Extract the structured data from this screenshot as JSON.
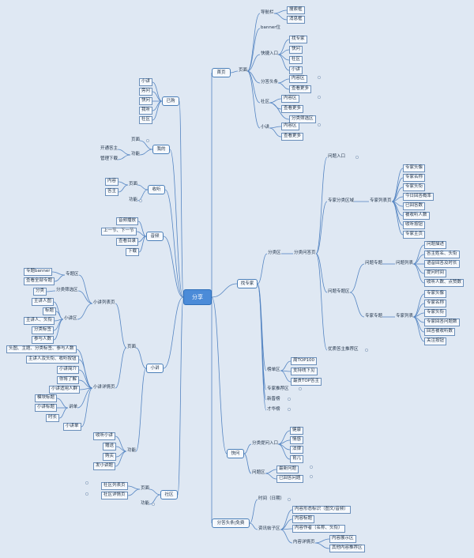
{
  "root": "分享",
  "colors": {
    "edge": "#5585c2",
    "root_fill": "#4b8bd8",
    "background": "#dfe8f3"
  },
  "branches": {
    "home": {
      "label": "首页",
      "page": "页面",
      "nav_bar": "导航栏",
      "search_box": "搜索框",
      "message_box": "消息框",
      "banner": "banner位",
      "quick_entry": "快捷入口",
      "find_expert": "找专家",
      "quick_ask": "快问",
      "community": "社区",
      "small_talk": "小讲",
      "share_headline": "分答头条",
      "content_area": "内容区",
      "see_more": "查看更多",
      "community_section": "社区",
      "community_content": "内容区",
      "community_more": "查看更多",
      "category_filter": "分类筛选区",
      "talk_section": "小讲",
      "talk_content": "内容区",
      "talk_more": "查看更多"
    },
    "purchased": {
      "label": "已购",
      "items": [
        "小讲",
        "旁问",
        "快问",
        "我听",
        "社区"
      ]
    },
    "mine": {
      "label": "我的",
      "page": "页面",
      "function": "功能",
      "become_expert": "开通答主",
      "manage_downloads": "管理下载"
    },
    "favorites": {
      "label": "收听",
      "page": "页面",
      "function": "功能",
      "content": "内容",
      "expert": "答主"
    },
    "audio": {
      "label": "音频",
      "function": "功能",
      "items": [
        "音频播放",
        "上一节、下一节",
        "查看目录",
        "下载"
      ]
    },
    "find_expert": {
      "label": "找专家",
      "share_zone": "分类区",
      "ask_page": "分类问答页",
      "ask_entry": "问题入口",
      "expert_category_zone": "专家分类区域",
      "expert_list_page": "专家列表页",
      "expert_fields": [
        "专家头像",
        "专家名称",
        "专家头衔",
        "今日回答概率",
        "已回答数",
        "被收听人数",
        "收听按钮",
        "专家主页"
      ],
      "question_topic_zone": "问题专题区",
      "question_topic": "问题专题",
      "question_list": "问题列表",
      "question_fields": [
        "问题描述",
        "答主姓名、头衔",
        "语音回答及时长",
        "提问时间",
        "收听人数、点赞数"
      ],
      "expert_topic": "专家专题",
      "expert_list": "专家列表",
      "expert_topic_fields": [
        "专家头像",
        "专家名称",
        "专家头衔",
        "专家回答问题数",
        "回答被收听数",
        "关注按钮"
      ],
      "featured_zone": "优质答主推荐区",
      "rank_zone": "榜单区",
      "rank_items": [
        "周TOP100",
        "支持线下见",
        "最贵TOP答主"
      ],
      "expert_recommend": "专家推荐区",
      "new_list": "新晋榜",
      "talent_list": "才华榜"
    },
    "talk": {
      "label": "小讲",
      "page": "页面",
      "list_page": "小讲列表页",
      "topic_zone": "专题区",
      "topic_banner": "专题banner",
      "all_topics": "查看全部专题",
      "category_filter": "分类筛选区",
      "category": "分类",
      "talk_zone": "小讲区",
      "talk_fields": [
        "主讲人图",
        "标题",
        "主讲人、头衔",
        "分类标签",
        "参与人数"
      ],
      "detail_page": "小讲详情页",
      "detail_fields": [
        "头图、主题、分类标签、参与人数",
        "主讲人及头衔、收听按钮",
        "小讲简介",
        "你将了解",
        "小讲适用人群"
      ],
      "lecture": "讲单",
      "lecture_fields": [
        "模块标题",
        "小讲标题",
        "时长"
      ],
      "talk_list": "小讲单",
      "function": "功能",
      "function_items": [
        "收听小讲",
        "赠送",
        "购买",
        "发小讲题"
      ]
    },
    "quick_ask": {
      "label": "快问",
      "category_entry": "分类提问入口",
      "categories": [
        "健康",
        "情感",
        "法律",
        "育儿"
      ],
      "question_zone": "问题区",
      "latest": "最新问题",
      "answered": "已回答问题"
    },
    "community": {
      "label": "社区",
      "page": "页面",
      "list_page": "社区列表页",
      "detail_page": "社区详情页",
      "function": "功能"
    },
    "headline": {
      "label": "分答头条|免费",
      "time": "时间（日期）",
      "news_zone": "资讯帖子区",
      "content_tags": "内容形态标识（图文/音频）",
      "content_title": "内容标题",
      "content_author": "内容作者（名称、头衔）",
      "content_detail": "内容详情页",
      "content_display": "内容展示区",
      "other_recommend": "其他内容推荐区"
    }
  }
}
